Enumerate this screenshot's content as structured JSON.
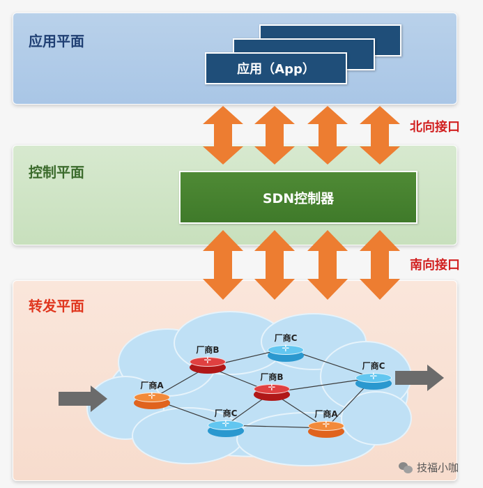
{
  "planes": {
    "application": {
      "title": "应用平面",
      "app_label": "应用（App）"
    },
    "control": {
      "title": "控制平面",
      "controller_label": "SDN控制器"
    },
    "forwarding": {
      "title": "转发平面"
    }
  },
  "interfaces": {
    "north": "北向接口",
    "south": "南向接口"
  },
  "nodes": {
    "vendor_b_left": "厂商B",
    "vendor_c_top": "厂商C",
    "vendor_a_left": "厂商A",
    "vendor_b_center": "厂商B",
    "vendor_c_right": "厂商C",
    "vendor_c_bottom": "厂商C",
    "vendor_a_bottom": "厂商A"
  },
  "watermark": "技福小咖",
  "colors": {
    "north_south_arrow": "#ed7d31",
    "orange_router": "#e0631e",
    "red_router": "#b01818",
    "blue_router": "#2a98cf",
    "cloud": "#bfe0f5",
    "plane_title_app": "#1f3f73",
    "plane_title_control": "#3b6b2c",
    "plane_title_forward": "#e0361e",
    "interface_label": "#d12020"
  }
}
